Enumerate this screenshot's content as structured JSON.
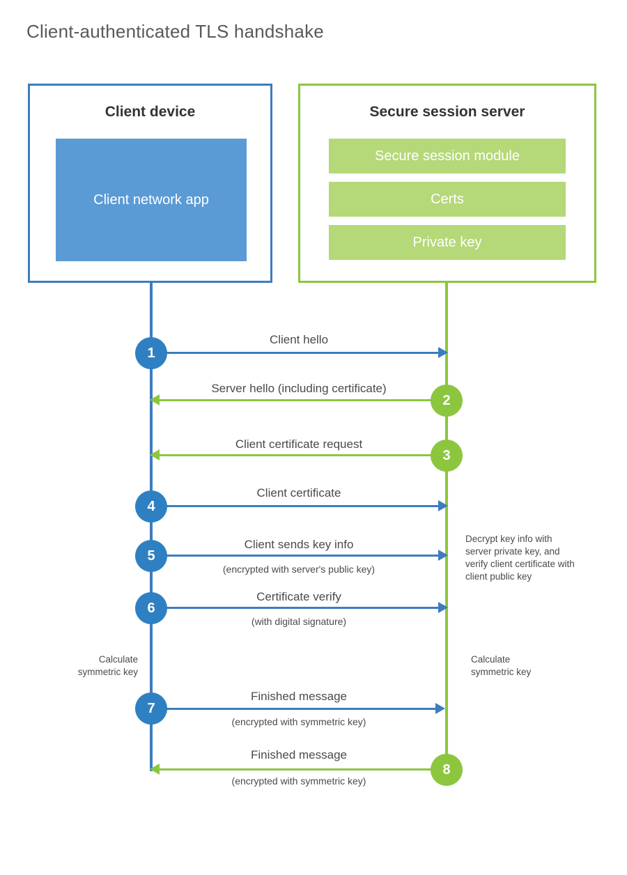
{
  "title": "Client-authenticated TLS handshake",
  "colors": {
    "client_accent": "#3d7cc0",
    "client_circle": "#2f80c2",
    "client_fill": "#5b9bd5",
    "server_accent": "#8cc63f",
    "server_fill": "#b5d878",
    "text": "#4a4a4a",
    "title_text": "#595959",
    "background": "#ffffff"
  },
  "client": {
    "title": "Client device",
    "app_label": "Client network app"
  },
  "server": {
    "title": "Secure session server",
    "modules": [
      {
        "label": "Secure session module"
      },
      {
        "label": "Certs"
      },
      {
        "label": "Private key"
      }
    ]
  },
  "steps": [
    {
      "number": "1",
      "label": "Client hello",
      "sublabel": "",
      "direction": "client-to-server",
      "actor": "client"
    },
    {
      "number": "2",
      "label": "Server hello (including certificate)",
      "sublabel": "",
      "direction": "server-to-client",
      "actor": "server"
    },
    {
      "number": "3",
      "label": "Client certificate request",
      "sublabel": "",
      "direction": "server-to-client",
      "actor": "server"
    },
    {
      "number": "4",
      "label": "Client certificate",
      "sublabel": "",
      "direction": "client-to-server",
      "actor": "client"
    },
    {
      "number": "5",
      "label": "Client sends key info",
      "sublabel": "(encrypted with server's public key)",
      "direction": "client-to-server",
      "actor": "client"
    },
    {
      "number": "6",
      "label": "Certificate verify",
      "sublabel": "(with digital signature)",
      "direction": "client-to-server",
      "actor": "client"
    },
    {
      "number": "7",
      "label": "Finished message",
      "sublabel": "(encrypted with symmetric key)",
      "direction": "client-to-server",
      "actor": "client"
    },
    {
      "number": "8",
      "label": "Finished message",
      "sublabel": "(encrypted with symmetric key)",
      "direction": "server-to-client",
      "actor": "server"
    }
  ],
  "annotations": {
    "server_decrypt_note": "Decrypt key info with server private key, and verify client certificate with client public key",
    "client_calculate_note_line1": "Calculate",
    "client_calculate_note_line2": "symmetric key",
    "server_calculate_note_line1": "Calculate",
    "server_calculate_note_line2": "symmetric key"
  }
}
